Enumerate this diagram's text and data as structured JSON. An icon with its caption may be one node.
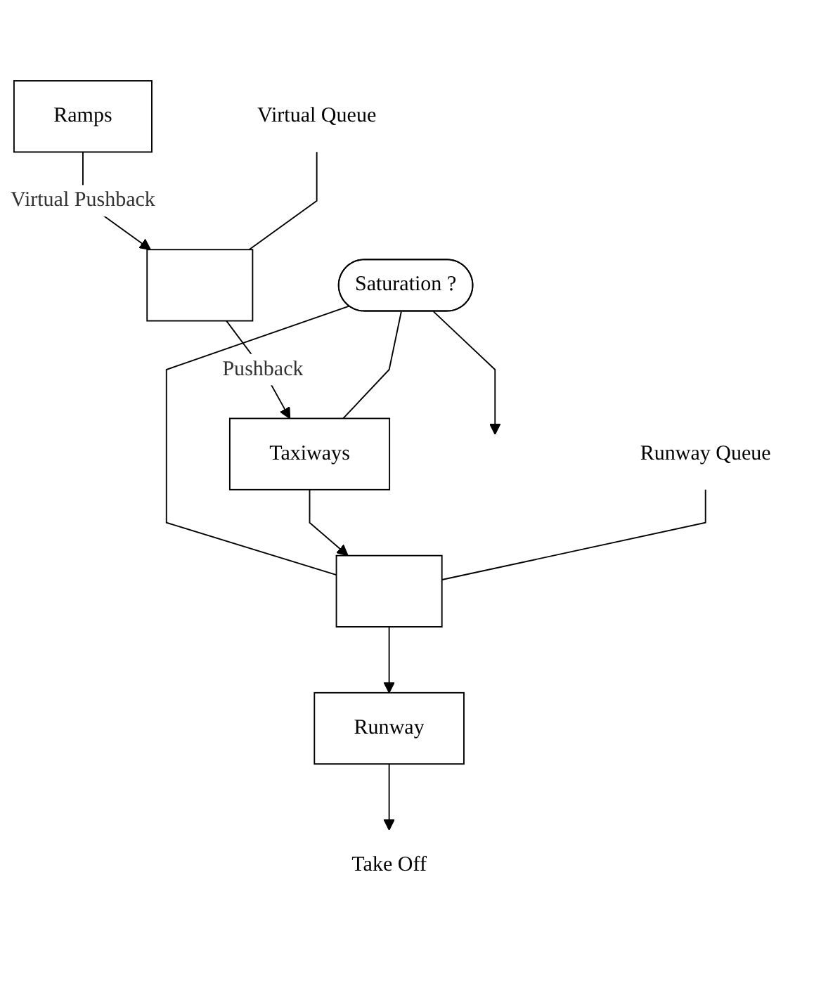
{
  "diagram": {
    "nodes": [
      {
        "text": [
          "Ramps"
        ]
      },
      {
        "text": [],
        "shape": "box"
      },
      {
        "text": [
          "Virtual Queue"
        ]
      },
      {
        "text": [
          "Taxiways"
        ]
      },
      {
        "text": [
          "Saturation ?"
        ]
      },
      {
        "text": [],
        "shape": "box"
      },
      {
        "text": [
          "Runway Queue"
        ]
      },
      {
        "text": [
          "Runway"
        ]
      },
      {
        "text": [
          "Take Off"
        ]
      }
    ],
    "edges": [
      {
        "from": 0,
        "to": 1,
        "arrow": "to",
        "label": "Virtual Pushback"
      },
      {
        "from": 2,
        "to": 1,
        "arrow": "none"
      },
      {
        "from": 1,
        "to": 3,
        "arrow": "to",
        "label": "Pushback"
      },
      {
        "from": 4,
        "to": null,
        "arrow": "to"
      },
      {
        "from": 4,
        "to": 3,
        "arrow": "none"
      },
      {
        "from": 4,
        "to": 5,
        "arrow": "none"
      },
      {
        "from": 3,
        "to": 5,
        "arrow": "to"
      },
      {
        "from": 6,
        "to": 5,
        "arrow": "none"
      },
      {
        "from": 5,
        "to": 7,
        "arrow": "to"
      },
      {
        "from": 7,
        "to": 8,
        "arrow": "to"
      }
    ]
  }
}
